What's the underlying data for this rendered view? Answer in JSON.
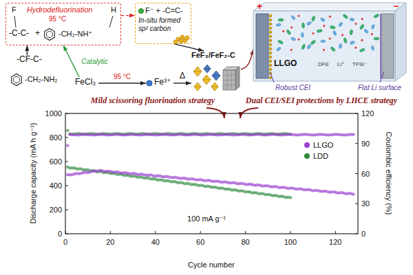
{
  "diagram": {
    "nodes": [
      {
        "text": [
          "Hydrodefluorination",
          "F",
          "H",
          "95 °C",
          "-C-C-",
          "+",
          "-CH₂-NH⁺"
        ]
      },
      {
        "text": [
          "F⁻ + -C=C-",
          "In-situ formed sp² carbon"
        ]
      },
      {
        "text": [
          "-CF-C-",
          "-CH₂-NH₂"
        ]
      },
      {
        "text": [
          "FeCl₃"
        ]
      },
      {
        "text": [
          "Fe³⁺"
        ]
      },
      {
        "text": [
          "FeF₃/FeF₂-C"
        ]
      },
      {
        "text": [
          "LLGO"
        ]
      }
    ],
    "edges": [
      {
        "from": 2,
        "to": 0,
        "arrow": "to"
      },
      {
        "from": 3,
        "to": 4,
        "arrow": "to",
        "label": "95 °C"
      },
      {
        "from": 3,
        "to": 0,
        "arrow": "to",
        "label": "Catalytic"
      },
      {
        "from": 0,
        "to": 1,
        "arrow": "to"
      },
      {
        "from": 1,
        "to": 5,
        "arrow": "to"
      },
      {
        "from": 4,
        "to": 5,
        "arrow": "to",
        "label": "Δ"
      },
      {
        "from": 5,
        "to": 6,
        "arrow": "to"
      }
    ],
    "labels": [
      "Mild scissoring fluorination strategy",
      "Dual CEI/SEI protections by LHCE strategy",
      "+",
      "−",
      "Li⁺",
      "TFSI⁻",
      "DFE",
      "Robust CEI",
      "Flat Li surface",
      "Discharge capacity (mA h g⁻¹)",
      "Coulombic efficiency (%)",
      "Cycle number",
      "100 mA g⁻¹",
      "0",
      "200",
      "400",
      "600",
      "800",
      "1000",
      "0",
      "20",
      "40",
      "60",
      "80",
      "100",
      "120",
      "0",
      "30",
      "60",
      "90",
      "120"
    ],
    "legend": [
      {
        "text": "LLGO",
        "color": "#9b3fd0"
      },
      {
        "text": "LDD",
        "color": "#2e8b3e"
      }
    ]
  }
}
